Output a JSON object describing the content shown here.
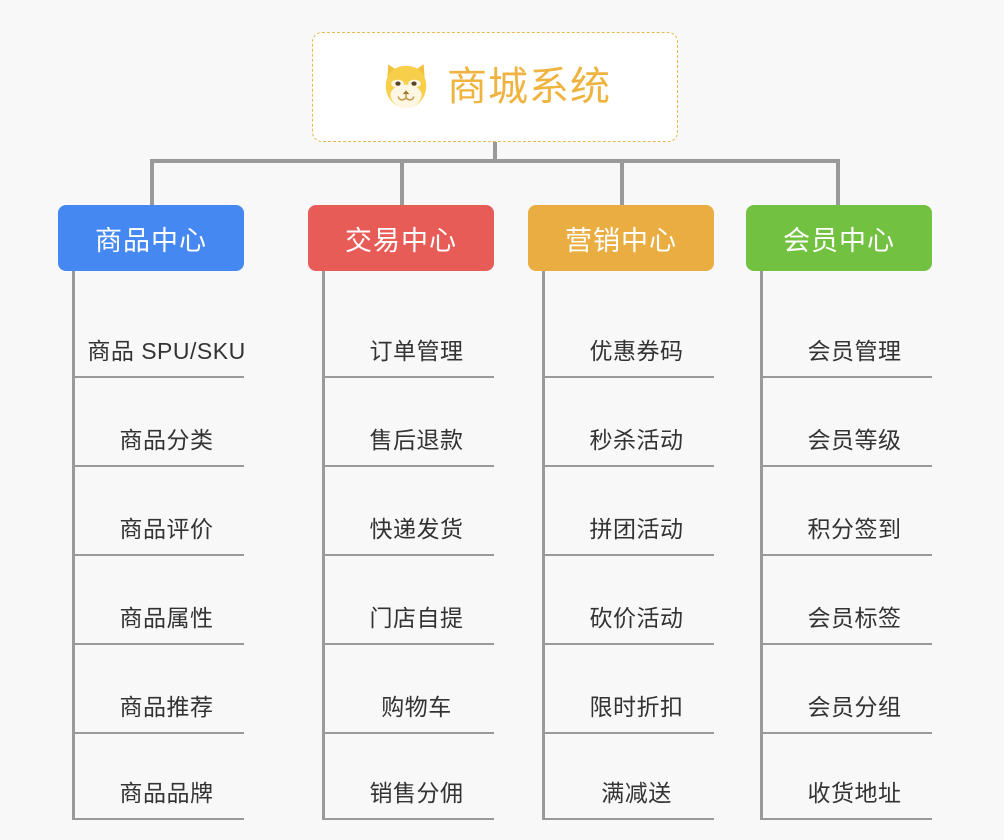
{
  "background_color": "#f8f8f8",
  "root": {
    "title": "商城系统",
    "icon": "shiba-dog-face-icon",
    "border_color": "#e9b84f",
    "text_color": "#efb33f"
  },
  "columns": [
    {
      "id": "product-center",
      "header": "商品中心",
      "color": "#4688f1",
      "items": [
        "商品 SPU/SKU",
        "商品分类",
        "商品评价",
        "商品属性",
        "商品推荐",
        "商品品牌"
      ]
    },
    {
      "id": "trade-center",
      "header": "交易中心",
      "color": "#e85c58",
      "items": [
        "订单管理",
        "售后退款",
        "快递发货",
        "门店自提",
        "购物车",
        "销售分佣"
      ]
    },
    {
      "id": "marketing-center",
      "header": "营销中心",
      "color": "#eaad42",
      "items": [
        "优惠券码",
        "秒杀活动",
        "拼团活动",
        "砍价活动",
        "限时折扣",
        "满减送"
      ]
    },
    {
      "id": "member-center",
      "header": "会员中心",
      "color": "#72c140",
      "items": [
        "会员管理",
        "会员等级",
        "积分签到",
        "会员标签",
        "会员分组",
        "收货地址"
      ]
    }
  ],
  "connector_color": "#9a9a9a"
}
